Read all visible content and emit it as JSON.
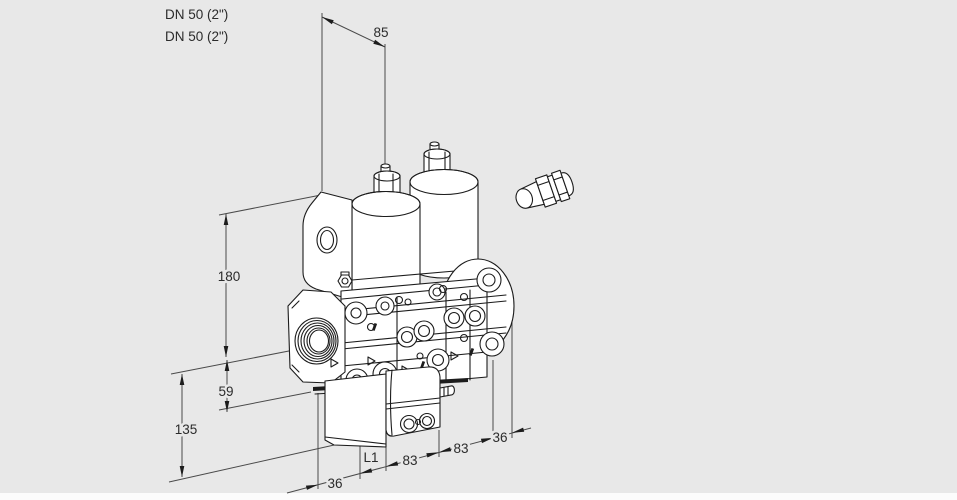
{
  "diagram": {
    "title_semantic": "double-solenoid-valve-dimensional-drawing",
    "port_labels": {
      "line1": "DN 50 (2\")",
      "line2": "DN 50 (2\")"
    },
    "dimensions": {
      "top_depth": "85",
      "height_total": "180",
      "height_center": "59",
      "height_lower": "135",
      "bottom_left": "36",
      "spacer_length": "L1",
      "length_first": "83",
      "length_second": "83",
      "bottom_right": "36"
    },
    "colors": {
      "background": "#e8e8e8",
      "line": "#1c1c1c",
      "dimension_line": "#4a4a4a",
      "text": "#2b2b2b",
      "body_fill": "#ffffff",
      "footer_strip": "#fcfcfc"
    }
  }
}
